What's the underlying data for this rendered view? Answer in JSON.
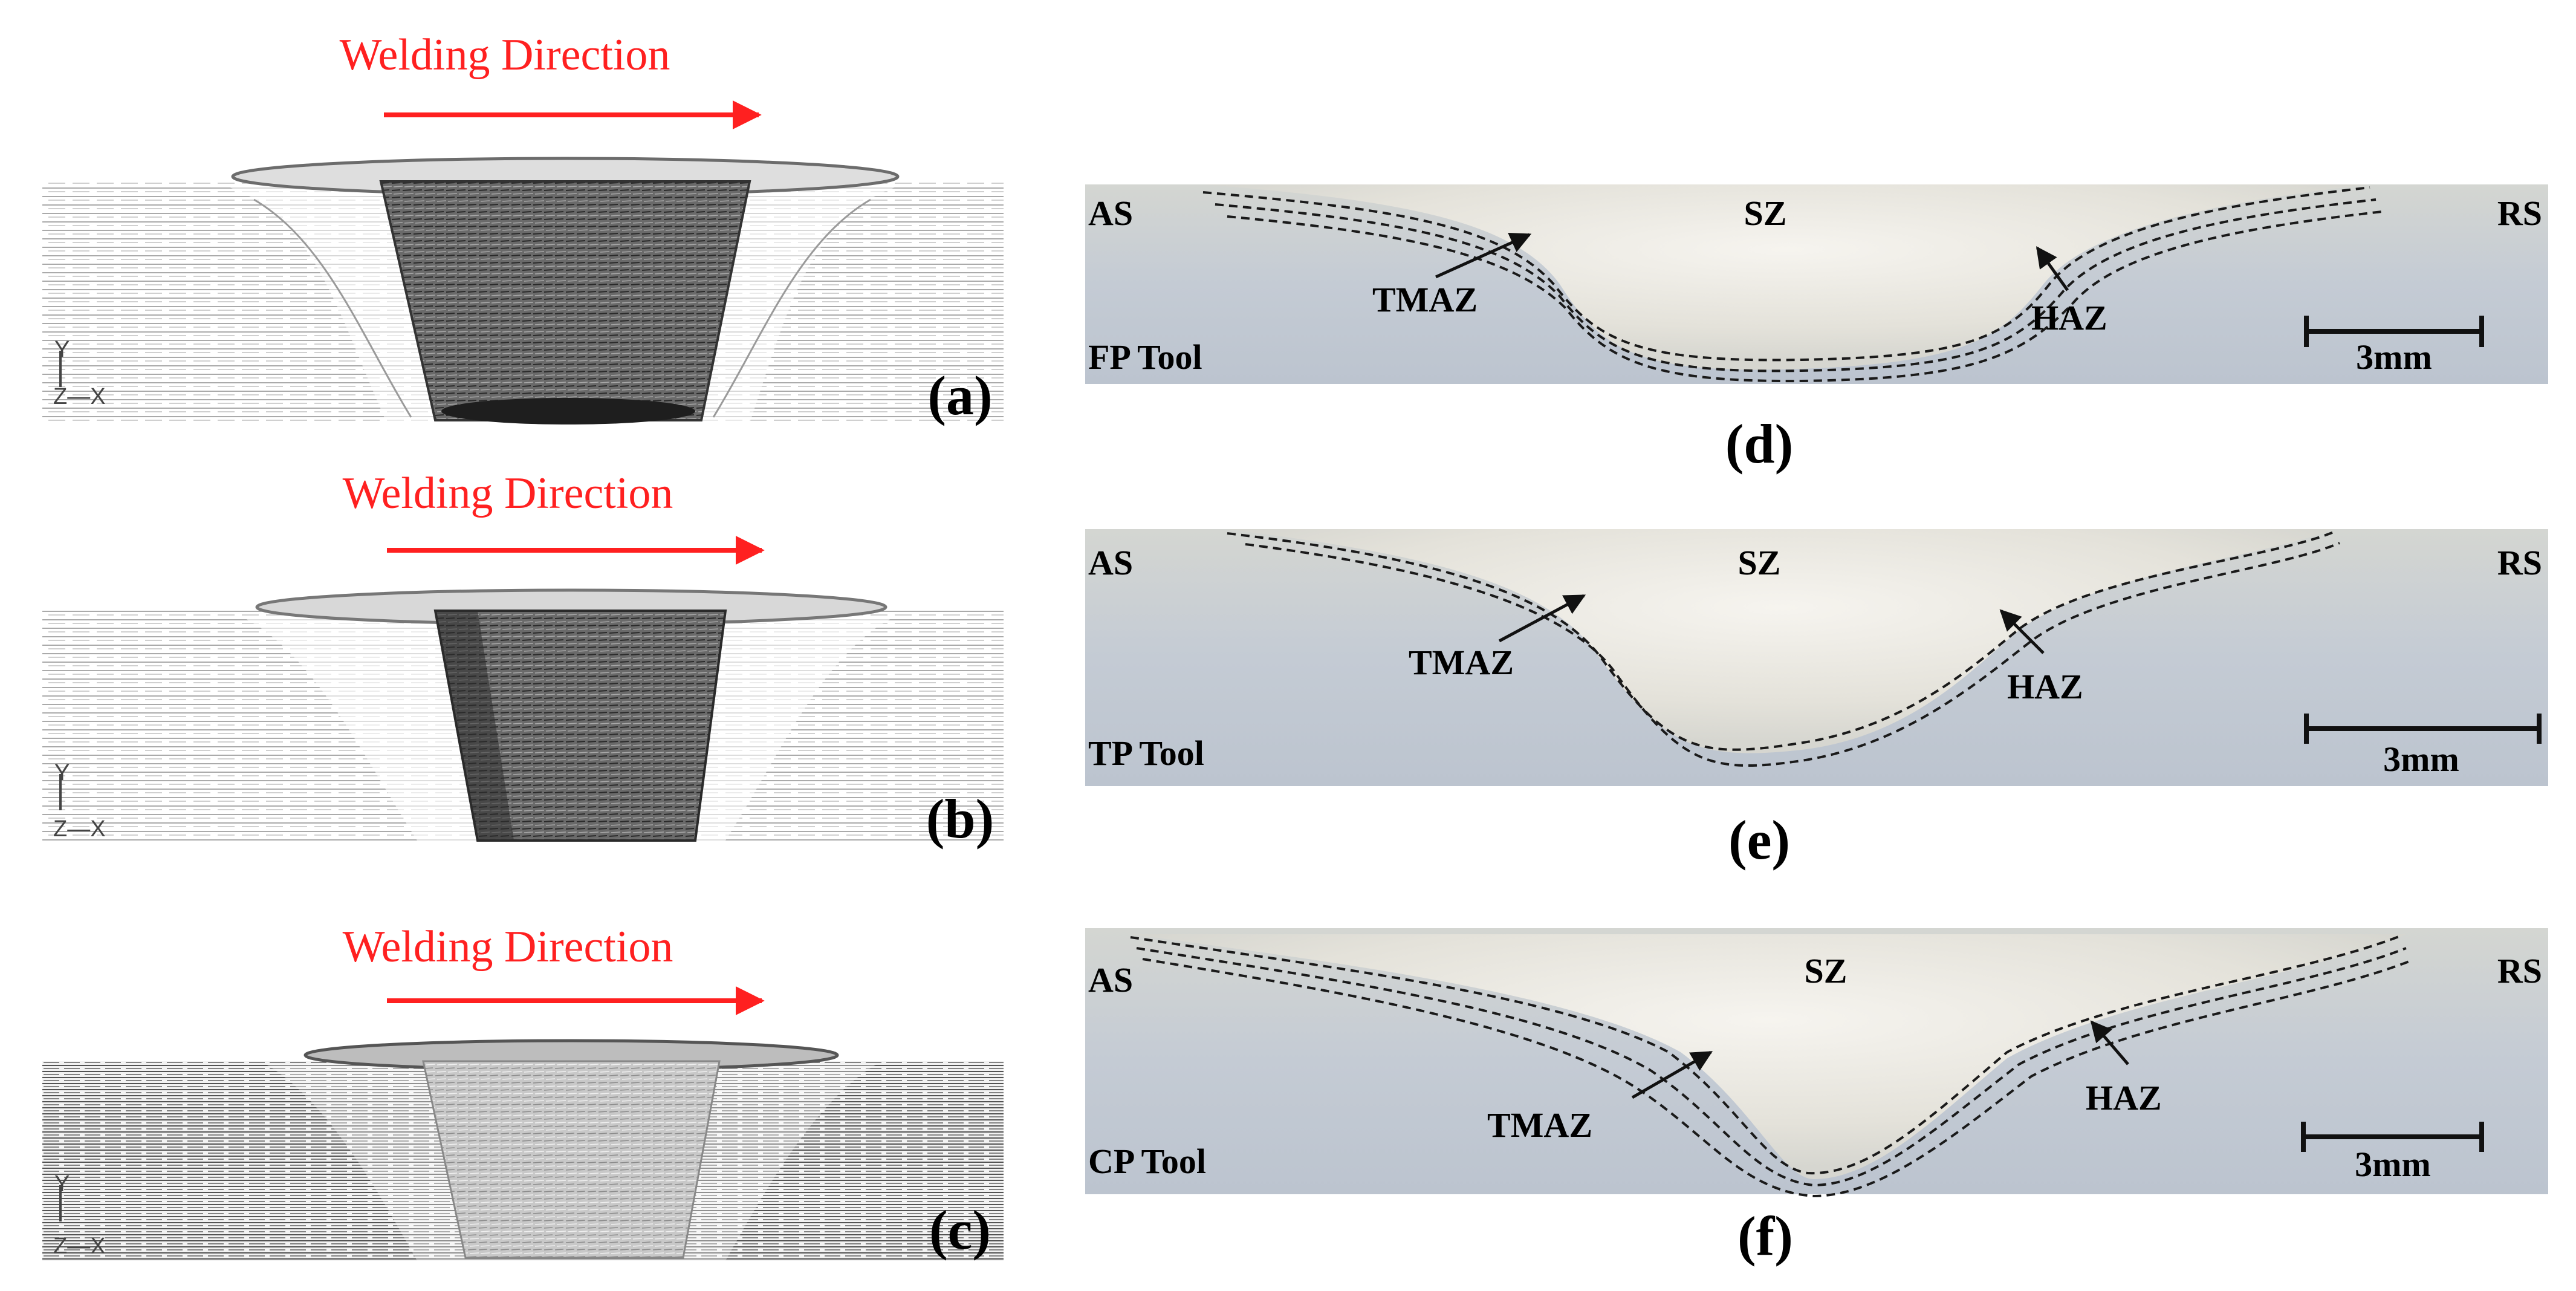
{
  "colors": {
    "arrow_red": "#ff2020",
    "macro_bg": "#c9d0d9",
    "sz_light": "#eceae4",
    "boundary_line": "#1a1a1a"
  },
  "simulation_panels": [
    {
      "title": "Welding Direction",
      "panel_label": "(a)",
      "axis_y": "Y",
      "axis_zx": "Z—X",
      "tool_shape": "frustum-fluted"
    },
    {
      "title": "Welding Direction",
      "panel_label": "(b)",
      "axis_y": "Y",
      "axis_zx": "Z—X",
      "tool_shape": "frustum-triangular"
    },
    {
      "title": "Welding Direction",
      "panel_label": "(c)",
      "axis_y": "Y",
      "axis_zx": "Z—X",
      "tool_shape": "frustum-cylindrical"
    }
  ],
  "macrograph_panels": [
    {
      "panel_label": "(d)",
      "left": "AS",
      "center": "SZ",
      "right": "RS",
      "tmaz": "TMAZ",
      "haz": "HAZ",
      "tool": "FP Tool",
      "scale": "3mm"
    },
    {
      "panel_label": "(e)",
      "left": "AS",
      "center": "SZ",
      "right": "RS",
      "tmaz": "TMAZ",
      "haz": "HAZ",
      "tool": "TP Tool",
      "scale": "3mm"
    },
    {
      "panel_label": "(f)",
      "left": "AS",
      "center": "SZ",
      "right": "RS",
      "tmaz": "TMAZ",
      "haz": "HAZ",
      "tool": "CP Tool",
      "scale": "3mm"
    }
  ]
}
